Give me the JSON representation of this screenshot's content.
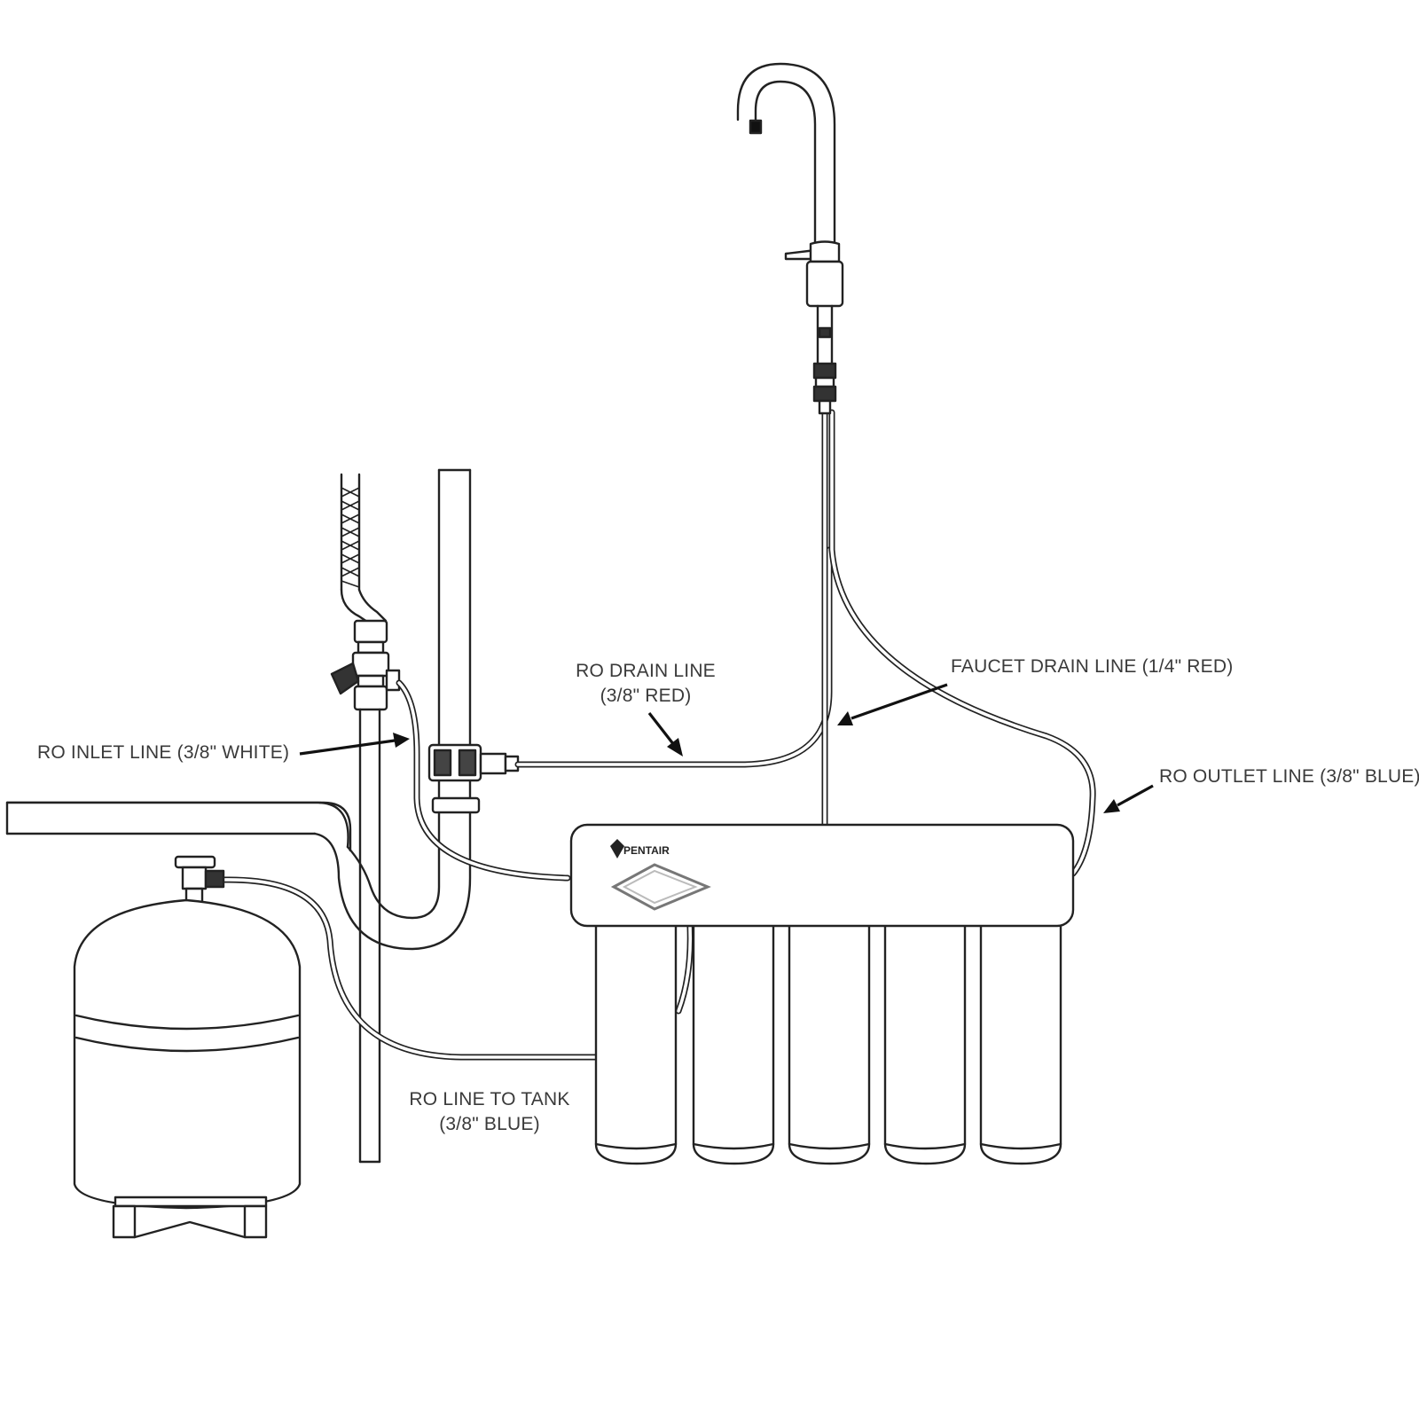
{
  "brand": {
    "name": "PENTAIR"
  },
  "labels": {
    "ro_drain_line": [
      "RO DRAIN LINE",
      "(3/8\" RED)"
    ],
    "faucet_drain_line": "FAUCET DRAIN LINE (1/4\" RED)",
    "ro_inlet_line": "RO INLET LINE (3/8\" WHITE)",
    "ro_outlet_line": "RO OUTLET LINE (3/8\" BLUE)",
    "ro_line_to_tank": [
      "RO LINE TO TANK",
      "(3/8\" BLUE)"
    ]
  }
}
